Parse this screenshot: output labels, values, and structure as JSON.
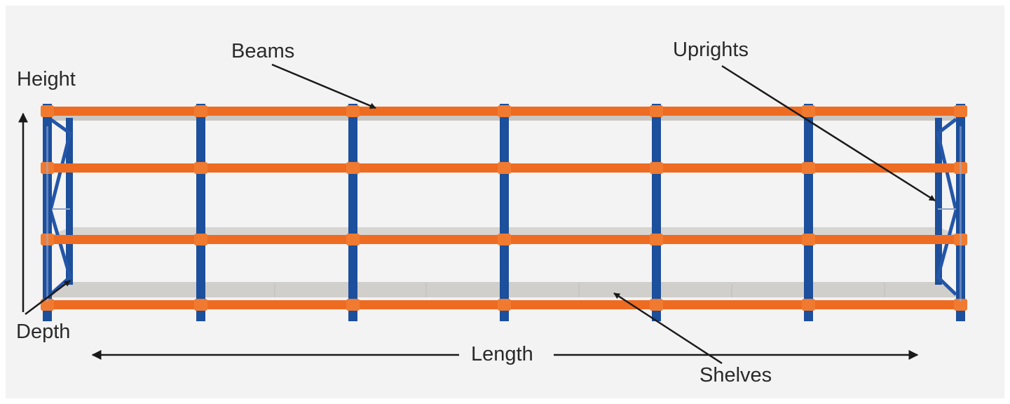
{
  "labels": {
    "beams": "Beams",
    "uprights": "Uprights",
    "height": "Height",
    "depth": "Depth",
    "length": "Length",
    "shelves": "Shelves"
  },
  "colors": {
    "background": "#f3f3f3",
    "beam": "#ee6b22",
    "upright": "#1c4f9c",
    "shelf_deck": "#d2d2d0",
    "arrow": "#1a1a1a",
    "text": "#2a2a2a"
  },
  "rack": {
    "bays": 6,
    "beam_levels": 4,
    "decked_levels": 3
  }
}
